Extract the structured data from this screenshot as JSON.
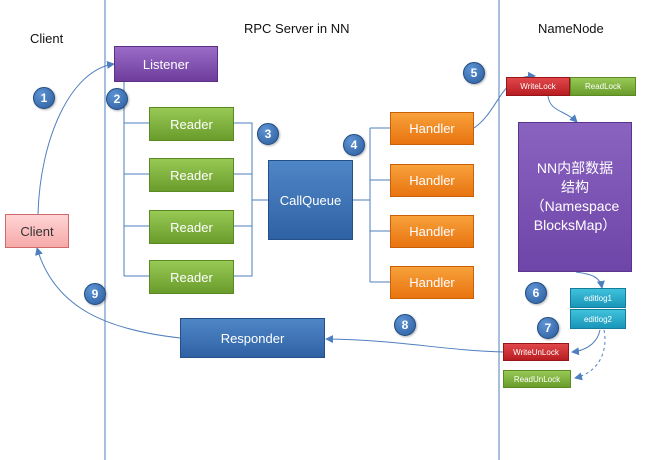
{
  "columns": {
    "client": "Client",
    "rpc_server": "RPC Server in NN",
    "namenode": "NameNode"
  },
  "nodes": {
    "listener": "Listener",
    "readers": [
      "Reader",
      "Reader",
      "Reader",
      "Reader"
    ],
    "callqueue": "CallQueue",
    "handlers": [
      "Handler",
      "Handler",
      "Handler",
      "Handler"
    ],
    "client_box": "Client",
    "responder": "Responder",
    "write_lock": "WriteLock",
    "read_lock": "ReadLock",
    "nn_data_line1": "NN内部数据",
    "nn_data_line2": "结构",
    "nn_data_line3": "（Namespace",
    "nn_data_line4": "BlocksMap）",
    "editlog1": "editlog1",
    "editlog2": "editlog2",
    "write_unlock": "WriteUnLock",
    "read_unlock": "ReadUnLock"
  },
  "steps": [
    "1",
    "2",
    "3",
    "4",
    "5",
    "6",
    "7",
    "8",
    "9"
  ],
  "colors": {
    "purple": "#7a4aaa",
    "green": "#7fb03f",
    "orange": "#f28a22",
    "blue": "#3a70b5",
    "red": "#c82a2e",
    "teal": "#27aacb",
    "pink": "#f8bcbc",
    "line": "#4f7fbf"
  }
}
